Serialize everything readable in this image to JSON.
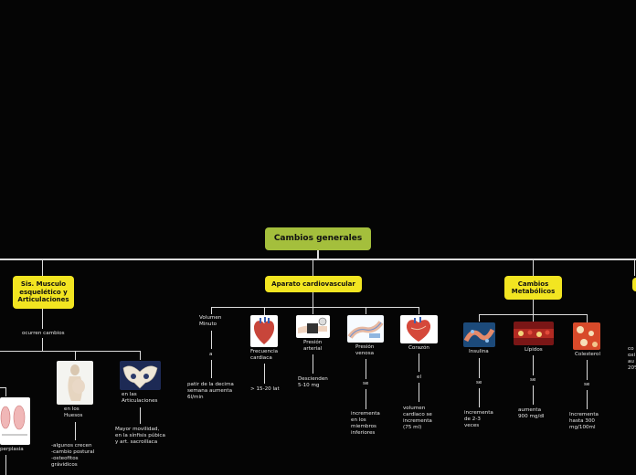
{
  "root": {
    "title": "Cambios generales"
  },
  "branches": {
    "musculo": {
      "title": "Sis. Musculo esquelético y Articulaciones"
    },
    "cardio": {
      "title": "Aparato cardiovascular"
    },
    "metab": {
      "title": "Cambios Metabólicos"
    }
  },
  "musculo": {
    "ocurren": "ocurren cambios",
    "hiperplasia": "perplasia",
    "huesos": "en los\nHuesos",
    "huesos_desc": "-algunos crecen\n-cambio postural\n-osteofitos\ngrávidicos",
    "articulaciones": "en las\nArticulaciones",
    "articulaciones_desc": "Mayor movilidad,\nen la sínfisis púbica\ny art. sacroilíaca"
  },
  "cardio": {
    "volumen": {
      "label": "Volumen\nMinuto",
      "conn": "a",
      "desc": "patir de la decima\nsemana aumenta\n6l/min"
    },
    "frecuencia": {
      "label": "Frecuencia\ncardiaca",
      "desc": "> 15-20 lat"
    },
    "presion_arterial": {
      "label": "Presión\narterial",
      "desc": "Descienden\n5-10 mg"
    },
    "presion_venosa": {
      "label": "Presión\nvenosa",
      "conn": "se",
      "desc": "incrementa\nen los\nmiembros\ninferiores"
    },
    "corazon": {
      "label": "Corazón",
      "conn": "el",
      "desc": "volumen\ncardiaco se\nincrementa\n(75 ml)"
    }
  },
  "metab": {
    "insulina": {
      "label": "Insulina",
      "conn": "se",
      "desc": "incrementa\nde 2-3\nveces"
    },
    "lipidos": {
      "label": "Lípidos",
      "conn": "se",
      "desc": "aumenta\n900 mg/dl"
    },
    "colesterol": {
      "label": "Colesterol",
      "conn": "se",
      "desc": "Incrementa\nhasta 300\nmg/100ml"
    }
  },
  "right_edge": {
    "text": "co\noxi\nau\n20%"
  },
  "colors": {
    "background": "#050505",
    "root": "#a4bf3c",
    "branch": "#f2e521",
    "line": "#dcdcdc"
  }
}
